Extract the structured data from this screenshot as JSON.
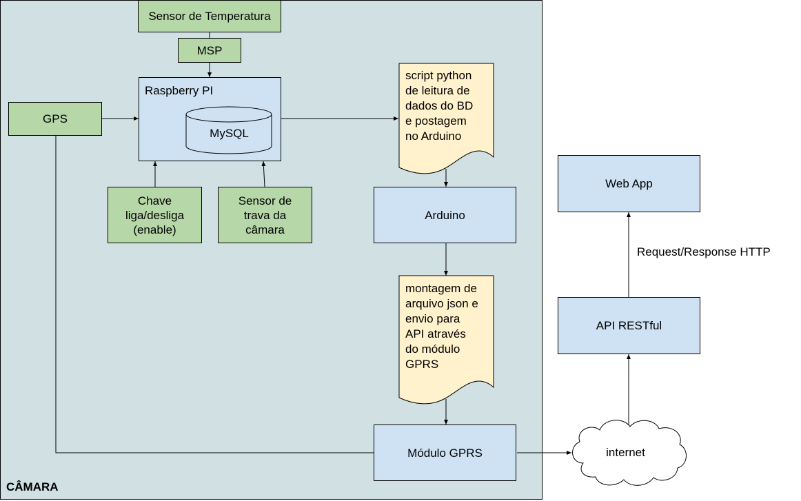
{
  "region": {
    "label": "CÂMARA"
  },
  "nodes": {
    "sensor_temperatura": "Sensor de Temperatura",
    "msp": "MSP",
    "raspberry": "Raspberry PI",
    "mysql": "MySQL",
    "gps": "GPS",
    "chave": "Chave\nliga/desliga\n(enable)",
    "sensor_trava": "Sensor de\ntrava da\ncâmara",
    "script_python": "script python\nde leitura de\ndados do BD\ne postagem\nno Arduino",
    "arduino": "Arduino",
    "montagem": "montagem de\narquivo json e\nenvio para\nAPI através\ndo módulo\nGPRS",
    "modulo_gprs": "Módulo GPRS",
    "internet": "internet",
    "web_app": "Web App",
    "api_restful": "API RESTful"
  },
  "edges": {
    "request_response": "Request/Response HTTP"
  },
  "colors": {
    "region_fill": "#d0e0e3",
    "green_fill": "#b6d7a8",
    "blue_fill": "#cfe2f3",
    "document_fill": "#fff2cc"
  }
}
